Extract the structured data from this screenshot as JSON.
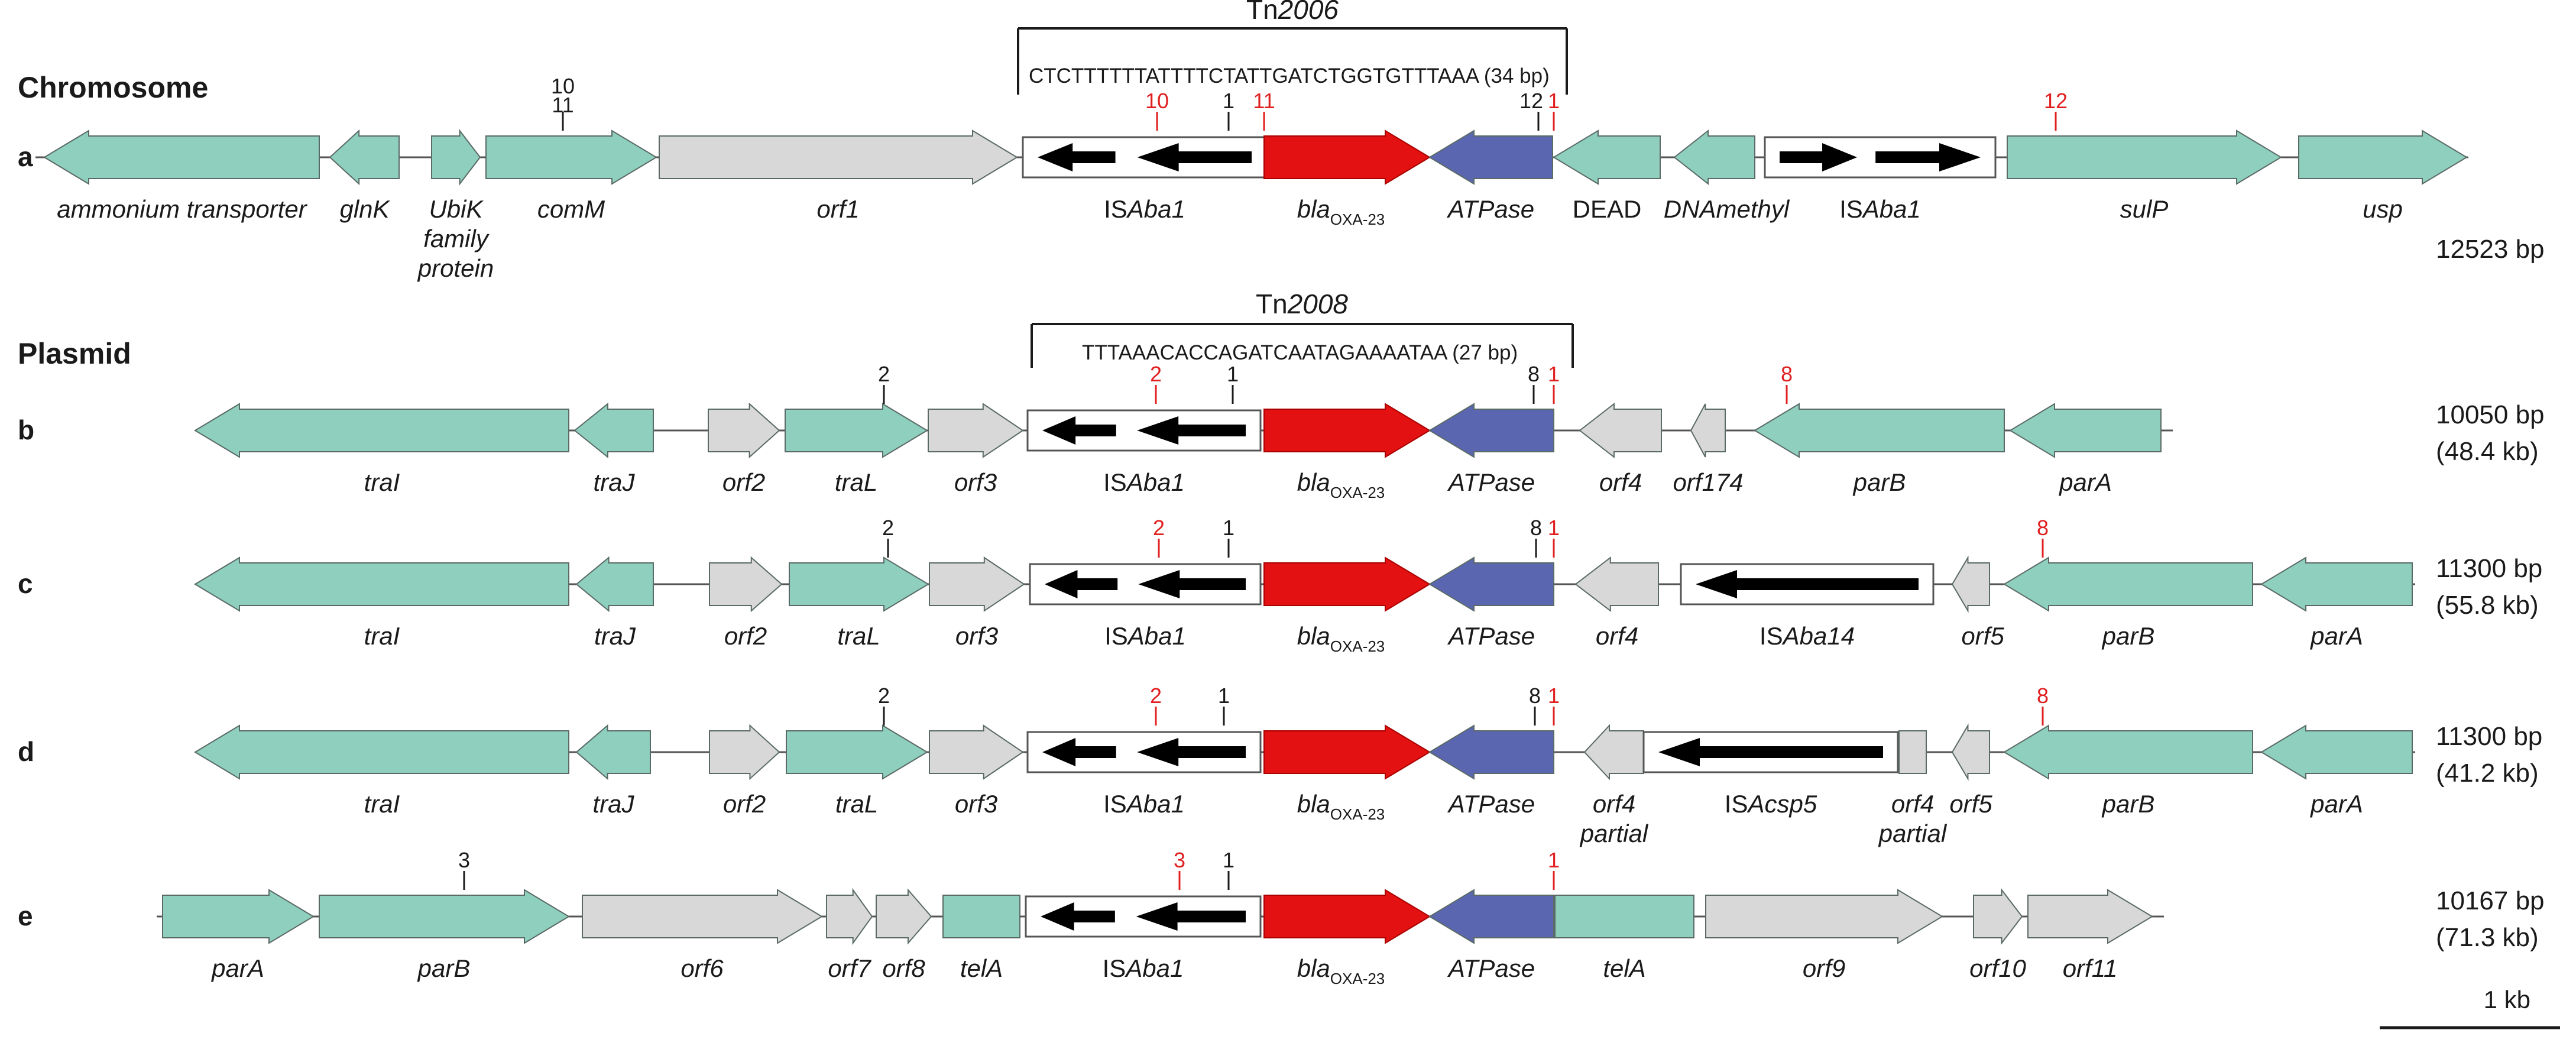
{
  "colors": {
    "core": "#8fcfbd",
    "other": "#d8d8d8",
    "bla": "#e31111",
    "atpase": "#5a66b0",
    "edge": "#5a5a5a",
    "mark_black": "#1a1a1a",
    "mark_red": "#e02020"
  },
  "chromosome_heading": "Chromosome",
  "plasmid_heading": "Plasmid",
  "scale_label": "1 kb",
  "transposons": {
    "chromosome": {
      "name_prefix": "Tn",
      "name_number": "2006",
      "target_seq": "CTCTTTTTTATTTTCTATTGATCTGGTGTTTAAA (34 bp)"
    },
    "plasmid": {
      "name_prefix": "Tn",
      "name_number": "2008",
      "target_seq": "TTTAAACACCAGATCAATAGAAAATAA (27 bp)"
    }
  },
  "rows": [
    {
      "id": "a",
      "length": "12523 bp",
      "size": "",
      "markers": [
        {
          "label": "11",
          "color": "black"
        },
        {
          "label": "10",
          "color": "black"
        },
        {
          "label": "10",
          "color": "red"
        },
        {
          "label": "1",
          "color": "black"
        },
        {
          "label": "11",
          "color": "red"
        },
        {
          "label": "12",
          "color": "black"
        },
        {
          "label": "1",
          "color": "red"
        },
        {
          "label": "12",
          "color": "red"
        }
      ],
      "genes": [
        {
          "name": "ammonium transporter",
          "lines": [
            "ammonium transporter"
          ],
          "italic": true,
          "color": "core",
          "dir": "left"
        },
        {
          "name": "glnK",
          "lines": [
            "glnK"
          ],
          "italic": true,
          "color": "core",
          "dir": "left"
        },
        {
          "name": "UbiK family protein",
          "lines": [
            "UbiK",
            "family",
            "protein"
          ],
          "italic": true,
          "color": "core",
          "dir": "right"
        },
        {
          "name": "comM",
          "lines": [
            "comM"
          ],
          "italic": true,
          "color": "core",
          "dir": "right"
        },
        {
          "name": "orf1",
          "lines": [
            "orf1"
          ],
          "italic": true,
          "color": "other",
          "dir": "right"
        },
        {
          "name": "ISAba1",
          "is_prefix": "IS",
          "is_name": "Aba1",
          "kind": "is",
          "arrows": "left2"
        },
        {
          "name": "blaOXA-23",
          "kind": "bla"
        },
        {
          "name": "ATPase",
          "lines": [
            "ATPase"
          ],
          "italic": true,
          "color": "atpase",
          "dir": "left"
        },
        {
          "name": "DEAD",
          "lines": [
            "DEAD"
          ],
          "italic": false,
          "color": "core",
          "dir": "left"
        },
        {
          "name": "DNAmethyl",
          "lines": [
            "DNAmethyl"
          ],
          "italic": true,
          "color": "core",
          "dir": "left"
        },
        {
          "name": "ISAba1",
          "is_prefix": "IS",
          "is_name": "Aba1",
          "kind": "is",
          "arrows": "right2"
        },
        {
          "name": "sulP",
          "lines": [
            "sulP"
          ],
          "italic": true,
          "color": "core",
          "dir": "right"
        },
        {
          "name": "usp",
          "lines": [
            "usp"
          ],
          "italic": true,
          "color": "core",
          "dir": "right"
        }
      ]
    },
    {
      "id": "b",
      "length": "10050 bp",
      "size": "(48.4 kb)",
      "markers": [
        {
          "label": "2",
          "color": "black"
        },
        {
          "label": "2",
          "color": "red"
        },
        {
          "label": "1",
          "color": "black"
        },
        {
          "label": "8",
          "color": "black"
        },
        {
          "label": "1",
          "color": "red"
        },
        {
          "label": "8",
          "color": "red"
        }
      ],
      "genes": [
        {
          "name": "traI",
          "lines": [
            "traI"
          ],
          "italic": true,
          "color": "core",
          "dir": "left"
        },
        {
          "name": "traJ",
          "lines": [
            "traJ"
          ],
          "italic": true,
          "color": "core",
          "dir": "left"
        },
        {
          "name": "orf2",
          "lines": [
            "orf2"
          ],
          "italic": true,
          "color": "other",
          "dir": "right"
        },
        {
          "name": "traL",
          "lines": [
            "traL"
          ],
          "italic": true,
          "color": "core",
          "dir": "right"
        },
        {
          "name": "orf3",
          "lines": [
            "orf3"
          ],
          "italic": true,
          "color": "other",
          "dir": "right"
        },
        {
          "name": "ISAba1",
          "is_prefix": "IS",
          "is_name": "Aba1",
          "kind": "is",
          "arrows": "left2"
        },
        {
          "name": "blaOXA-23",
          "kind": "bla"
        },
        {
          "name": "ATPase",
          "lines": [
            "ATPase"
          ],
          "italic": true,
          "color": "atpase",
          "dir": "left"
        },
        {
          "name": "orf4",
          "lines": [
            "orf4"
          ],
          "italic": true,
          "color": "other",
          "dir": "left"
        },
        {
          "name": "orf174",
          "lines": [
            "orf174"
          ],
          "italic": true,
          "color": "other",
          "dir": "left"
        },
        {
          "name": "parB",
          "lines": [
            "parB"
          ],
          "italic": true,
          "color": "core",
          "dir": "left"
        },
        {
          "name": "parA",
          "lines": [
            "parA"
          ],
          "italic": true,
          "color": "core",
          "dir": "left"
        }
      ]
    },
    {
      "id": "c",
      "length": "11300 bp",
      "size": "(55.8 kb)",
      "markers": [
        {
          "label": "2",
          "color": "black"
        },
        {
          "label": "2",
          "color": "red"
        },
        {
          "label": "1",
          "color": "black"
        },
        {
          "label": "8",
          "color": "black"
        },
        {
          "label": "1",
          "color": "red"
        },
        {
          "label": "8",
          "color": "red"
        }
      ],
      "genes": [
        {
          "name": "traI",
          "lines": [
            "traI"
          ],
          "italic": true,
          "color": "core",
          "dir": "left"
        },
        {
          "name": "traJ",
          "lines": [
            "traJ"
          ],
          "italic": true,
          "color": "core",
          "dir": "left"
        },
        {
          "name": "orf2",
          "lines": [
            "orf2"
          ],
          "italic": true,
          "color": "other",
          "dir": "right"
        },
        {
          "name": "traL",
          "lines": [
            "traL"
          ],
          "italic": true,
          "color": "core",
          "dir": "right"
        },
        {
          "name": "orf3",
          "lines": [
            "orf3"
          ],
          "italic": true,
          "color": "other",
          "dir": "right"
        },
        {
          "name": "ISAba1",
          "is_prefix": "IS",
          "is_name": "Aba1",
          "kind": "is",
          "arrows": "left2"
        },
        {
          "name": "blaOXA-23",
          "kind": "bla"
        },
        {
          "name": "ATPase",
          "lines": [
            "ATPase"
          ],
          "italic": true,
          "color": "atpase",
          "dir": "left"
        },
        {
          "name": "orf4",
          "lines": [
            "orf4"
          ],
          "italic": true,
          "color": "other",
          "dir": "left"
        },
        {
          "name": "ISAba14",
          "is_prefix": "IS",
          "is_name": "Aba14",
          "kind": "is",
          "arrows": "left1"
        },
        {
          "name": "orf5",
          "lines": [
            "orf5"
          ],
          "italic": true,
          "color": "other",
          "dir": "left"
        },
        {
          "name": "parB",
          "lines": [
            "parB"
          ],
          "italic": true,
          "color": "core",
          "dir": "left"
        },
        {
          "name": "parA",
          "lines": [
            "parA"
          ],
          "italic": true,
          "color": "core",
          "dir": "left"
        }
      ]
    },
    {
      "id": "d",
      "length": "11300 bp",
      "size": "(41.2 kb)",
      "markers": [
        {
          "label": "2",
          "color": "black"
        },
        {
          "label": "2",
          "color": "red"
        },
        {
          "label": "1",
          "color": "black"
        },
        {
          "label": "8",
          "color": "black"
        },
        {
          "label": "1",
          "color": "red"
        },
        {
          "label": "8",
          "color": "red"
        }
      ],
      "genes": [
        {
          "name": "traI",
          "lines": [
            "traI"
          ],
          "italic": true,
          "color": "core",
          "dir": "left"
        },
        {
          "name": "traJ",
          "lines": [
            "traJ"
          ],
          "italic": true,
          "color": "core",
          "dir": "left"
        },
        {
          "name": "orf2",
          "lines": [
            "orf2"
          ],
          "italic": true,
          "color": "other",
          "dir": "right"
        },
        {
          "name": "traL",
          "lines": [
            "traL"
          ],
          "italic": true,
          "color": "core",
          "dir": "right"
        },
        {
          "name": "orf3",
          "lines": [
            "orf3"
          ],
          "italic": true,
          "color": "other",
          "dir": "right"
        },
        {
          "name": "ISAba1",
          "is_prefix": "IS",
          "is_name": "Aba1",
          "kind": "is",
          "arrows": "left2"
        },
        {
          "name": "blaOXA-23",
          "kind": "bla"
        },
        {
          "name": "ATPase",
          "lines": [
            "ATPase"
          ],
          "italic": true,
          "color": "atpase",
          "dir": "left"
        },
        {
          "name": "orf4 partial",
          "lines": [
            "orf4",
            "partial"
          ],
          "italic": true,
          "color": "other",
          "dir": "left"
        },
        {
          "name": "ISAcsp5",
          "is_prefix": "IS",
          "is_name": "Acsp5",
          "kind": "is",
          "arrows": "left1"
        },
        {
          "name": "orf4 partial",
          "lines": [
            "orf4",
            "partial"
          ],
          "italic": true,
          "color": "other",
          "dir": "none"
        },
        {
          "name": "orf5",
          "lines": [
            "orf5"
          ],
          "italic": true,
          "color": "other",
          "dir": "left"
        },
        {
          "name": "parB",
          "lines": [
            "parB"
          ],
          "italic": true,
          "color": "core",
          "dir": "left"
        },
        {
          "name": "parA",
          "lines": [
            "parA"
          ],
          "italic": true,
          "color": "core",
          "dir": "left"
        }
      ]
    },
    {
      "id": "e",
      "length": "10167 bp",
      "size": "(71.3 kb)",
      "markers": [
        {
          "label": "3",
          "color": "black"
        },
        {
          "label": "3",
          "color": "red"
        },
        {
          "label": "1",
          "color": "black"
        },
        {
          "label": "1",
          "color": "red"
        }
      ],
      "genes": [
        {
          "name": "parA",
          "lines": [
            "parA"
          ],
          "italic": true,
          "color": "core",
          "dir": "right"
        },
        {
          "name": "parB",
          "lines": [
            "parB"
          ],
          "italic": true,
          "color": "core",
          "dir": "right"
        },
        {
          "name": "orf6",
          "lines": [
            "orf6"
          ],
          "italic": true,
          "color": "other",
          "dir": "right"
        },
        {
          "name": "orf7",
          "lines": [
            "orf7"
          ],
          "italic": true,
          "color": "other",
          "dir": "right"
        },
        {
          "name": "orf8",
          "lines": [
            "orf8"
          ],
          "italic": true,
          "color": "other",
          "dir": "right"
        },
        {
          "name": "telA",
          "lines": [
            "telA"
          ],
          "italic": true,
          "color": "core",
          "dir": "none"
        },
        {
          "name": "ISAba1",
          "is_prefix": "IS",
          "is_name": "Aba1",
          "kind": "is",
          "arrows": "left2"
        },
        {
          "name": "blaOXA-23",
          "kind": "bla"
        },
        {
          "name": "ATPase",
          "lines": [
            "ATPase"
          ],
          "italic": true,
          "color": "atpase",
          "dir": "left"
        },
        {
          "name": "telA",
          "lines": [
            "telA"
          ],
          "italic": true,
          "color": "core",
          "dir": "none"
        },
        {
          "name": "orf9",
          "lines": [
            "orf9"
          ],
          "italic": true,
          "color": "other",
          "dir": "right"
        },
        {
          "name": "orf10",
          "lines": [
            "orf10"
          ],
          "italic": true,
          "color": "other",
          "dir": "right"
        },
        {
          "name": "orf11",
          "lines": [
            "orf11"
          ],
          "italic": true,
          "color": "other",
          "dir": "right"
        }
      ]
    }
  ]
}
